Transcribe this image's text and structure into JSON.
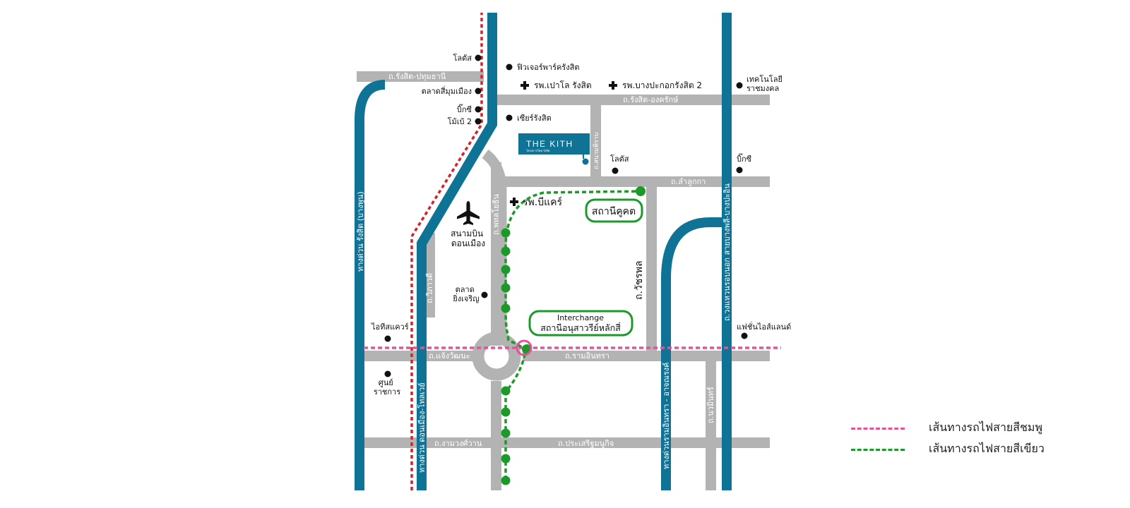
{
  "colors": {
    "road": "#b3b3b3",
    "expressway": "#0f7396",
    "pink_line": "#e2549a",
    "green_line": "#1c9a29",
    "red_rail": "#d2232a",
    "text": "#111111",
    "road_label": "#ffffff"
  },
  "project": {
    "name": "THE KITH",
    "tagline": "โครงการใหม่ รังสิต",
    "marker_icon": "location-pin-icon"
  },
  "roads": {
    "rangsit_pathumthani": "ถ.รังสิต-ปทุมธานี",
    "rangsit_ongkharak": "ถ.รังสิต-องครักษ์",
    "lamlukka": "ถ.ลำลูกกา",
    "phahonyothin": "ถ.พหลโยธิน",
    "sanamphirao": "ถ.สนามพิราบ",
    "vibhavadi": "ถ.วิภาวดี",
    "watcharaphon": "ถ.วัชรพล",
    "chaengwattana": "ถ.แจ้งวัฒนะ",
    "ramintra": "ถ.รามอินทรา",
    "ngamwongwan": "ถ.งามวงศ์วาน",
    "prasertmanukit": "ถ.ประเสริฐมนูกิจ",
    "nawamin": "ถ.นวมินทร์",
    "rangsit_expressway": "ทางด่วน รังสิต (บางพูน)",
    "donmueang_tollway": "ทางด่วน ดอนเมือง-โทลเวย์",
    "outer_ring": "ถ.วงแหวนรอบนอก สายบางพลี-บางปะอิน",
    "ramintra_expressway": "ทางด่วนรามอินทรา - อาจณรงค์"
  },
  "places": {
    "lotus_north": "โลตัส",
    "future_park": "ฟิวเจอร์พาร์ครังสิต",
    "talad_si_mum_mueang": "ตลาดสี่มุมเมือง",
    "big_c_west": "บิ๊กซี",
    "makro": "โม้เบ้ 2",
    "zeer_rangsit": "เซียร์รังสิต",
    "lotus_lamlukka": "โลตัส",
    "big_c_east": "บิ๊กซี",
    "tech_rmutt": "เทคโนโลยี\nราชมงคล",
    "it_square": "ไอทีสแควร์",
    "gov_center": "ศูนย์\nราชการ",
    "talad_yingcharoen": "ตลาด\nยิ่งเจริญ",
    "fashion_island": "แฟชั่นไอส์แลนด์",
    "airport": "สนามบิน\nดอนเมือง",
    "airport_icon": "airplane-icon"
  },
  "hospitals": {
    "paolo": "รพ.เปาโล รังสิต",
    "bangpakok": "รพ.บางปะกอกรังสิต 2",
    "bmc": "รพ.บีแคร์",
    "icon": "hospital-cross-icon"
  },
  "stations": {
    "khu_khot": "สถานีคูคต",
    "interchange_en": "Interchange",
    "interchange_th": "สถานีอนุสาวรีย์หลักสี่"
  },
  "legend": {
    "pink_label": "เส้นทางรถไฟสายสีชมพู",
    "green_label": "เส้นทางรถไฟสายสีเขียว"
  }
}
